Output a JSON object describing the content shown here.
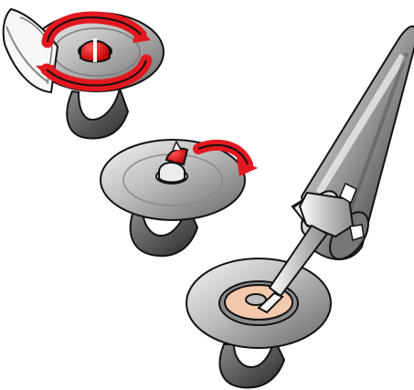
{
  "illustration": {
    "steps": [
      {
        "id": "step-1",
        "icon": "rotate-both-directions-arrow",
        "accent": "#e3181f"
      },
      {
        "id": "step-2",
        "icon": "rotate-clockwise-arrow",
        "accent": "#e3181f"
      },
      {
        "id": "step-3",
        "icon": "adhesive-cartridge-applicator",
        "accent": "#f2c6a8"
      }
    ],
    "colors": {
      "metal_light": "#d9d9d9",
      "metal_mid": "#9c9c9c",
      "metal_dark": "#3b3b3b",
      "red_arrow": "#e3181f",
      "adhesive": "#f3c8ac"
    }
  }
}
